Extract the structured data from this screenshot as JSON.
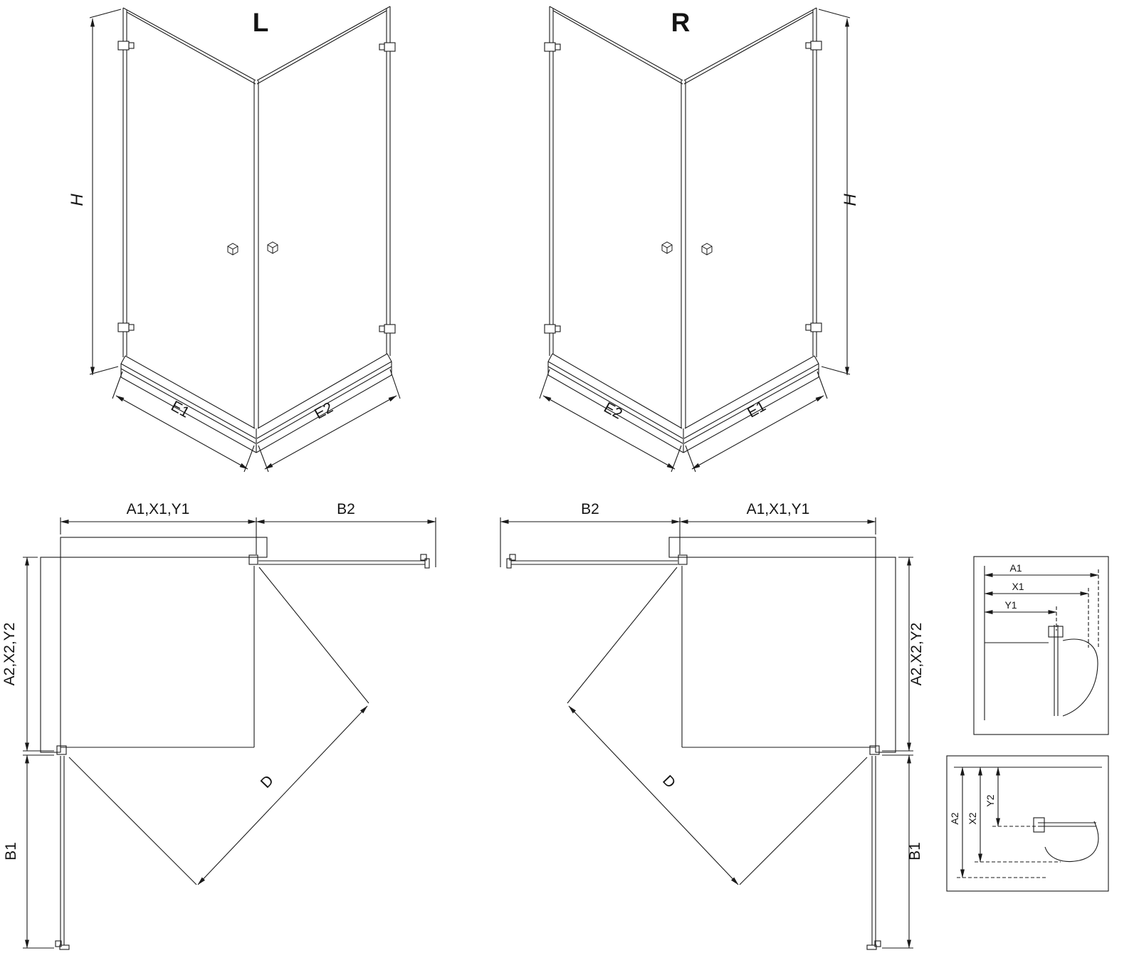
{
  "drawing": {
    "background": "#ffffff",
    "line_color": "#1a1a1a",
    "perspective_left": {
      "variant_label": "L",
      "height_label": "H",
      "left_width_label": "E1",
      "right_width_label": "E2"
    },
    "perspective_right": {
      "variant_label": "R",
      "height_label": "H",
      "left_width_label": "E2",
      "right_width_label": "E1"
    },
    "plan_left": {
      "top_left_label": "A1,X1,Y1",
      "top_right_label": "B2",
      "side_upper_label": "A2,X2,Y2",
      "side_lower_label": "B1",
      "diagonal_label": "D"
    },
    "plan_right": {
      "top_left_label": "B2",
      "top_right_label": "A1,X1,Y1",
      "side_upper_label": "A2,X2,Y2",
      "side_lower_label": "B1",
      "diagonal_label": "D"
    },
    "detail_horizontal": {
      "dims": [
        "A1",
        "X1",
        "Y1"
      ]
    },
    "detail_vertical": {
      "dims": [
        "A2",
        "X2",
        "Y2"
      ]
    }
  }
}
